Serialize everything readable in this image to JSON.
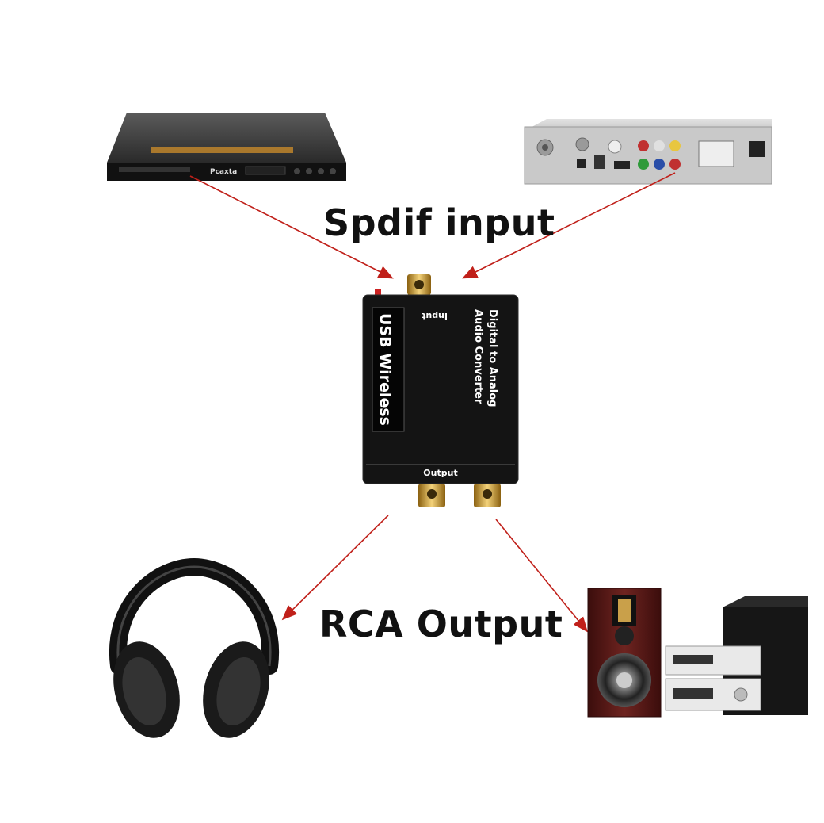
{
  "labels": {
    "spdif_input": "Spdif input",
    "rca_output": "RCA Output"
  },
  "converter": {
    "side_label": "USB Wireless",
    "input_label": "Input",
    "title_line1": "Digital to Analog",
    "title_line2": "Audio Converter",
    "output_label": "Output"
  },
  "devices": {
    "dvd_brand": "Pcaxta"
  },
  "colors": {
    "arrow": "#c0201a",
    "converter_body": "#141414",
    "gold": "#d8a83a",
    "speaker_wood": "#5a1c1a"
  },
  "icons": [
    "dvd-player-icon",
    "set-top-box-icon",
    "converter-icon",
    "headphones-icon",
    "hifi-speakers-icon"
  ]
}
